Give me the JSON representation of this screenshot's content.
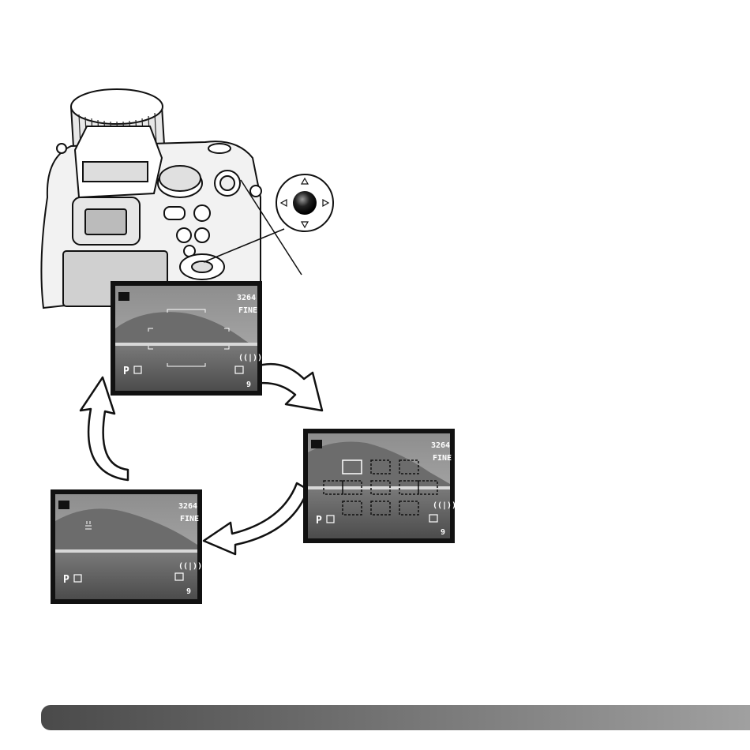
{
  "screens": {
    "top": {
      "resolution": "3264",
      "quality": "FINE",
      "mode": "P",
      "frames_remaining": "9"
    },
    "right": {
      "resolution": "3264",
      "quality": "FINE",
      "mode": "P",
      "frames_remaining": "9"
    },
    "left": {
      "resolution": "3264",
      "quality": "FINE",
      "mode": "P",
      "frames_remaining": "9"
    }
  },
  "colors": {
    "footer_dark": "#4a4a4a",
    "footer_light": "#a0a0a0",
    "screen_frame": "#111111"
  }
}
